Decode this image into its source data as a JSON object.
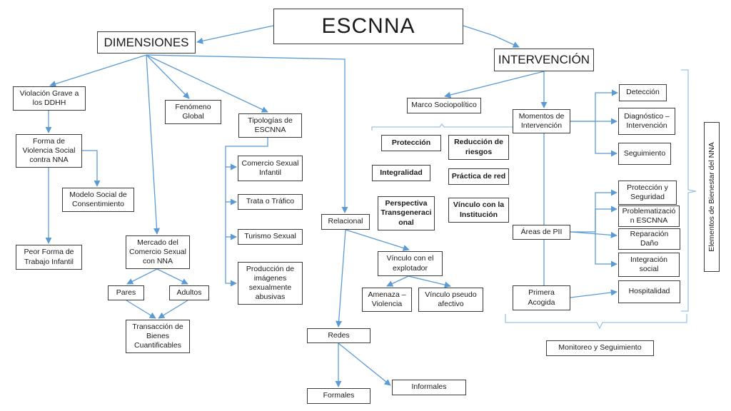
{
  "diagram": {
    "root": "ESCNNA",
    "dimensiones": "DIMENSIONES",
    "intervencion": "INTERVENCIÓN",
    "violacion": "Violación Grave a\nlos DDHH",
    "forma_violencia": "Forma de\nViolencia Social\ncontra NNA",
    "modelo_social": "Modelo Social de\nConsentimiento",
    "peor_forma": "Peor Forma de\nTrabajo Infantil",
    "fenomeno": "Fenómeno\nGlobal",
    "mercado": "Mercado del\nComercio Sexual\ncon NNA",
    "pares": "Pares",
    "adultos": "Adultos",
    "transaccion": "Transacción de\nBienes\nCuantificables",
    "tipologias": "Tipologías de\nESCNNA",
    "comercio_infantil": "Comercio Sexual\nInfantil",
    "trata": "Trata o Tráfico",
    "turismo": "Turismo Sexual",
    "produccion": "Producción de\nimágenes\nsexualmente\nabusivas",
    "relacional": "Relacional",
    "vinculo_explotador": "Vínculo con el\nexplotador",
    "amenaza": "Amenaza –\nViolencia",
    "vinculo_pseudo": "Vínculo pseudo\nafectivo",
    "redes": "Redes",
    "formales": "Formales",
    "informales": "Informales",
    "marco": "Marco Sociopolítico",
    "proteccion": "Protección",
    "reduccion": "Reducción de\nriesgos",
    "integralidad": "Integralidad",
    "practica_red": "Práctica de red",
    "perspectiva": "Perspectiva\nTransgeneraci\nonal",
    "vinculo_institucion": "Vínculo con la\nInstitución",
    "momentos": "Momentos de\nIntervención",
    "deteccion": "Detección",
    "diagnostico": "Diagnóstico –\nIntervención",
    "seguimiento": "Seguimiento",
    "areas": "Áreas de PII",
    "proteccion_seguridad": "Protección y\nSeguridad",
    "problematizacion": "Problematizació\nn ESCNNA",
    "reparacion": "Reparación\nDaño",
    "integracion": "Integración\nsocial",
    "primera_acogida": "Primera\nAcogida",
    "hospitalidad": "Hospitalidad",
    "monitoreo": "Monitoreo y Seguimiento",
    "elementos": "Elementos de Bienestar del NNA"
  },
  "colors": {
    "connector": "#5b9bd5",
    "border": "#3b3b3b",
    "bracket": "#9dc3e6"
  }
}
